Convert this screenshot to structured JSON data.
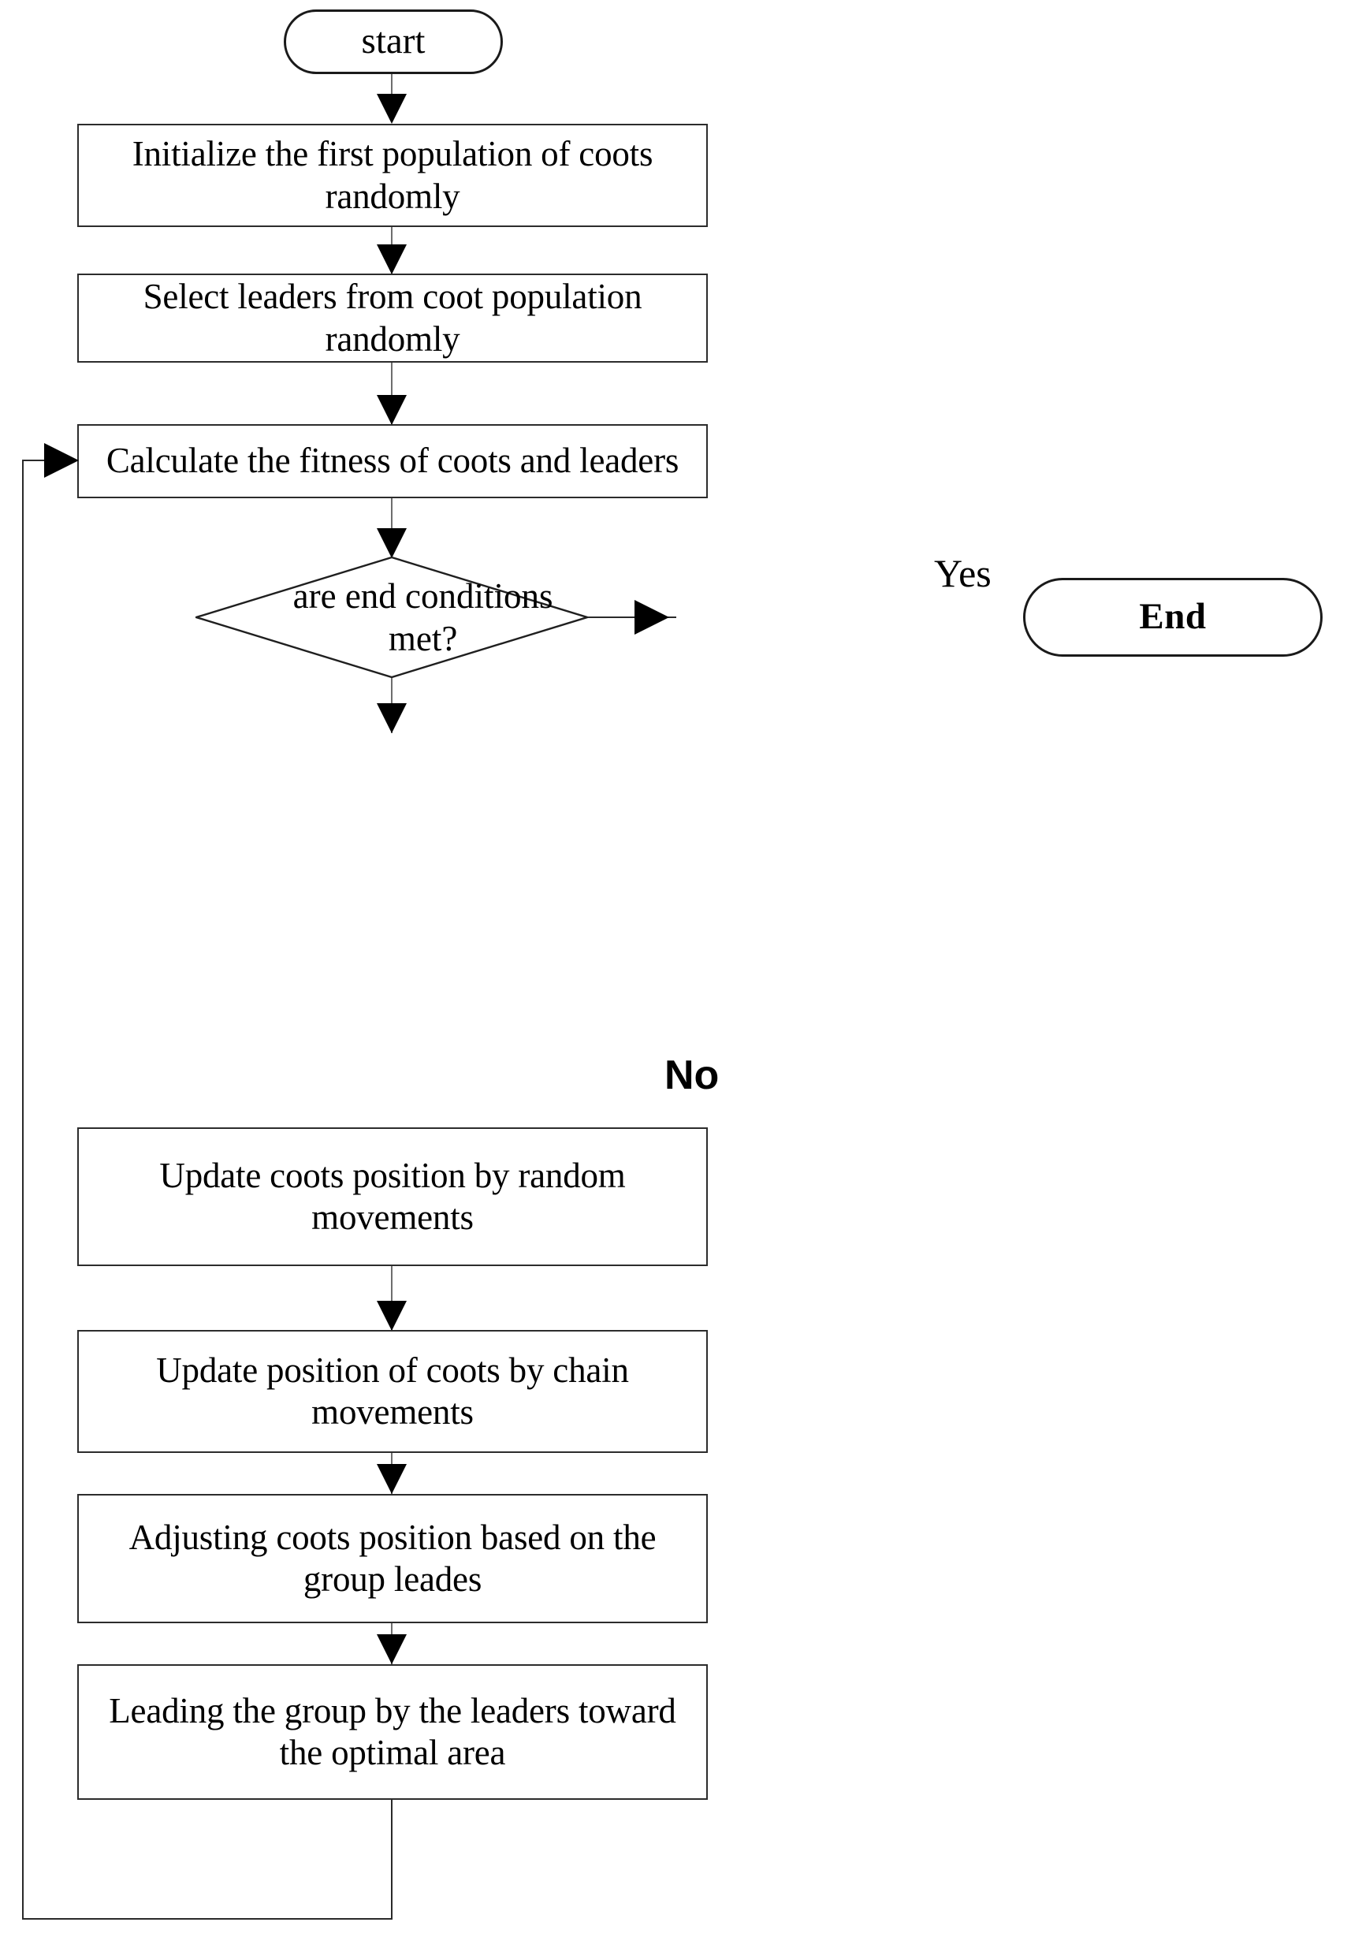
{
  "diagram": {
    "type": "flowchart",
    "title": "Coot Optimization Algorithm Flowchart",
    "colors": {
      "background": "#ffffff",
      "node_stroke": "#2c2c2c",
      "terminator_stroke": "#1a1a1a",
      "connector": "#6e6e6e",
      "arrowhead": "#000000",
      "text": "#000000"
    },
    "nodes": {
      "start": {
        "label": "start",
        "shape": "stadium"
      },
      "initialize": {
        "label": "Initialize the first population of coots randomly",
        "shape": "rectangle"
      },
      "select_leaders": {
        "label": "Select leaders from coot population randomly",
        "shape": "rectangle"
      },
      "calculate_fitness": {
        "label": "Calculate the fitness of coots and leaders",
        "shape": "rectangle"
      },
      "decision": {
        "label_line1": "are end conditions",
        "label_line2": "met?",
        "shape": "diamond"
      },
      "end": {
        "label": "End",
        "shape": "stadium"
      },
      "random_movements": {
        "label": "Update coots position by random movements",
        "shape": "rectangle"
      },
      "chain_movements": {
        "label": "Update position of coots by chain movements",
        "shape": "rectangle"
      },
      "adjust_group": {
        "label": "Adjusting coots position based on the group leades",
        "shape": "rectangle"
      },
      "leading_group": {
        "label": "Leading the group by the leaders toward the optimal area",
        "shape": "rectangle"
      }
    },
    "edge_labels": {
      "yes": "Yes",
      "no": "No"
    }
  }
}
